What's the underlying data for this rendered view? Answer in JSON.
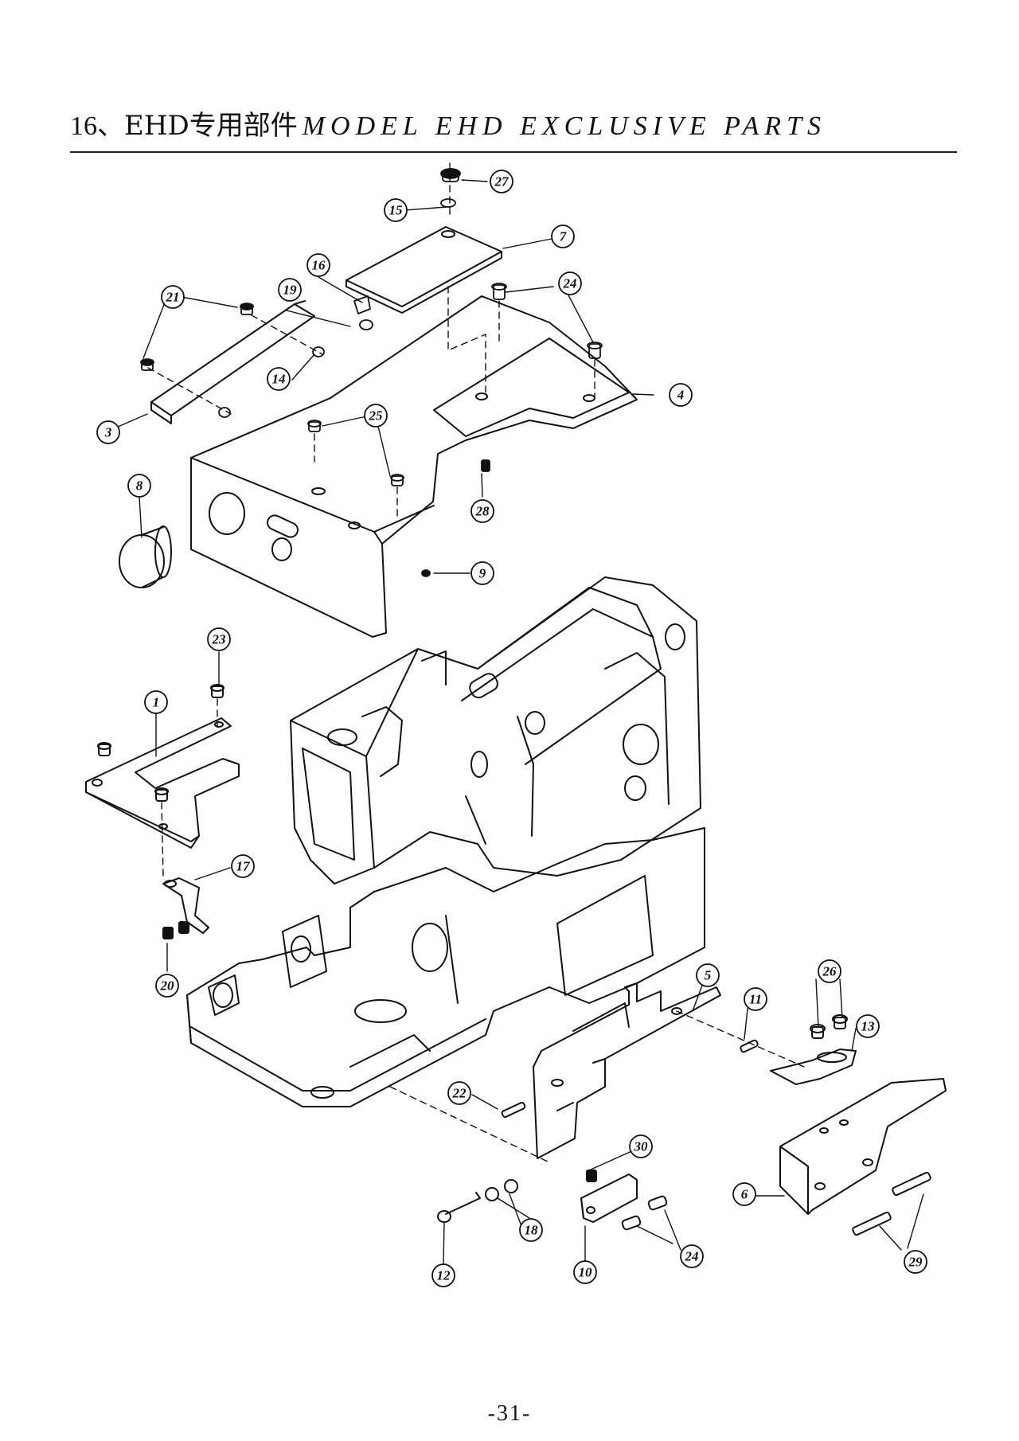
{
  "header": {
    "number": "16、",
    "title_cn": "EHD专用部件",
    "title_en": "MODEL  EHD  EXCLUSIVE  PARTS"
  },
  "callouts": [
    "1",
    "3",
    "4",
    "5",
    "6",
    "7",
    "8",
    "9",
    "10",
    "11",
    "12",
    "13",
    "14",
    "15",
    "16",
    "17",
    "18",
    "19",
    "20",
    "21",
    "22",
    "23",
    "24",
    "25",
    "26",
    "27",
    "28",
    "29",
    "30"
  ],
  "footer": {
    "page_number": "-31-"
  }
}
